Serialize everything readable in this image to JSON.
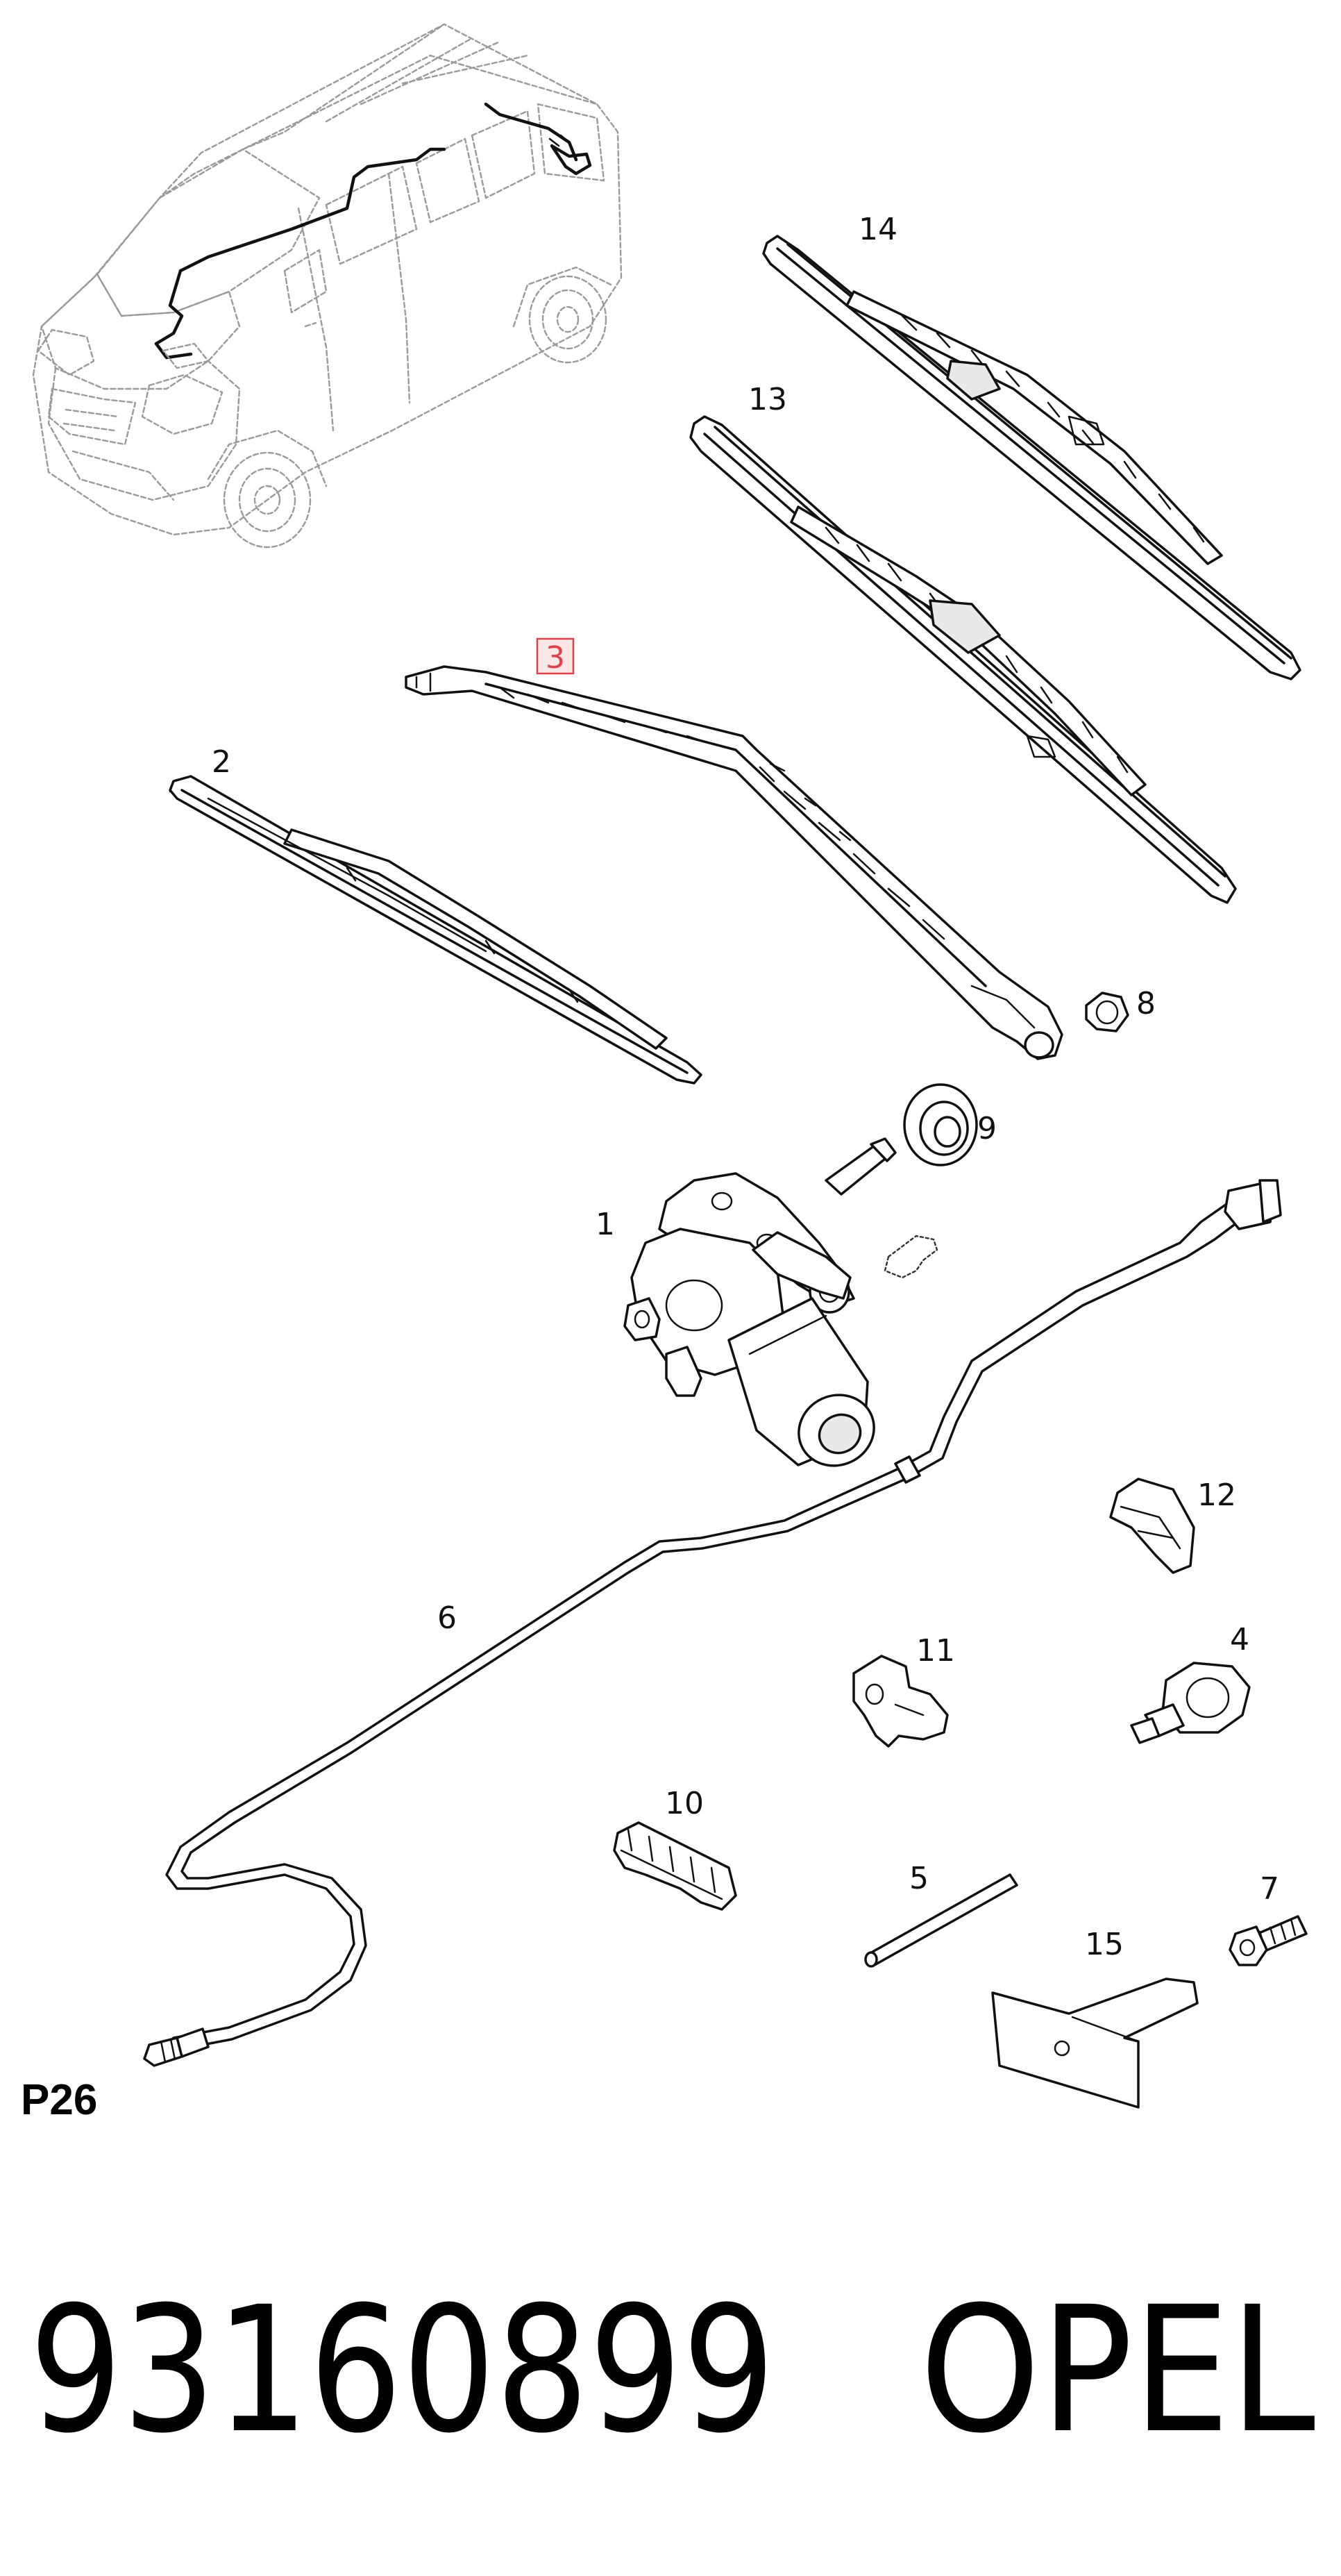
{
  "diagram": {
    "page_code": "P26",
    "part_number": "93160899",
    "brand": "OPEL",
    "highlighted_callout": "3",
    "callouts": [
      {
        "id": "c14",
        "text": "14"
      },
      {
        "id": "c13",
        "text": "13"
      },
      {
        "id": "c3",
        "text": "3"
      },
      {
        "id": "c2",
        "text": "2"
      },
      {
        "id": "c8",
        "text": "8"
      },
      {
        "id": "c9",
        "text": "9"
      },
      {
        "id": "c1",
        "text": "1"
      },
      {
        "id": "c12",
        "text": "12"
      },
      {
        "id": "c6",
        "text": "6"
      },
      {
        "id": "c11",
        "text": "11"
      },
      {
        "id": "c4",
        "text": "4"
      },
      {
        "id": "c10",
        "text": "10"
      },
      {
        "id": "c5",
        "text": "5"
      },
      {
        "id": "c7",
        "text": "7"
      },
      {
        "id": "c15",
        "text": "15"
      }
    ]
  },
  "colors": {
    "highlight_stroke": "#e0424a",
    "highlight_fill": "#fde6e6",
    "line": "#111111",
    "van_line": "#9a9a9a"
  }
}
